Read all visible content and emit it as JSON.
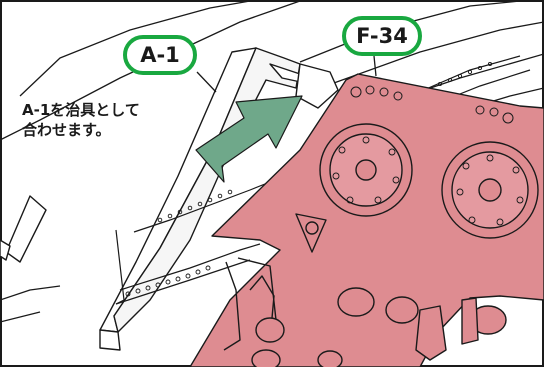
{
  "callouts": {
    "part_a": {
      "label": "A-1"
    },
    "part_f": {
      "label": "F-34"
    }
  },
  "instruction": {
    "text": "A-1を治具として\n合わせます。"
  },
  "colors": {
    "callout_ring": "#19a840",
    "highlight_part": "#de8c91",
    "arrow": "#6fa88a",
    "line_art": "#1a1a1a"
  }
}
